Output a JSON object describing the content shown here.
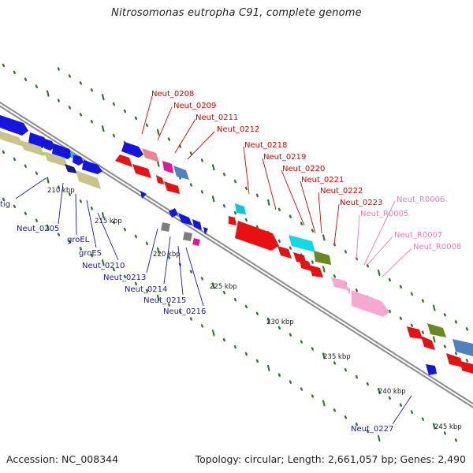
{
  "title": "Nitrosomonas eutropha C91, complete genome",
  "footer": {
    "accession": "Accession: NC_008344",
    "summary": "Topology: circular; Length: 2,661,057 bp; Genes: 2,490"
  },
  "colors": {
    "backbone": "#8c8c8c",
    "ticks": "#2e7d2e",
    "label_red": "#e00000",
    "label_blue": "#1a1aa8",
    "label_pink": "#f07ab4",
    "cds_forward": "#1515e0",
    "cds_reverse": "#e81010",
    "rna": "#f7a8cf"
  },
  "scale": [
    {
      "label": "210 kbp"
    },
    {
      "label": "215 kbp"
    },
    {
      "label": "220 kbp"
    },
    {
      "label": "225 kbp"
    },
    {
      "label": "230 kbp"
    },
    {
      "label": "235 kbp"
    },
    {
      "label": "240 kbp"
    },
    {
      "label": "245 kbp"
    }
  ],
  "labels_upper_red": [
    {
      "text": "Neut_0208"
    },
    {
      "text": "Neut_0209"
    },
    {
      "text": "Neut_0211"
    },
    {
      "text": "Neut_0212"
    },
    {
      "text": "Neut_0218"
    },
    {
      "text": "Neut_0219"
    },
    {
      "text": "Neut_0220"
    },
    {
      "text": "Neut_0221"
    },
    {
      "text": "Neut_0222"
    },
    {
      "text": "Neut_0223"
    }
  ],
  "labels_upper_pink": [
    {
      "text": "Neut_R0006"
    },
    {
      "text": "Neut_R0005"
    },
    {
      "text": "Neut_R0007"
    },
    {
      "text": "Neut_R0008"
    }
  ],
  "labels_lower_blue": [
    {
      "text": "tig"
    },
    {
      "text": "Neut_0205"
    },
    {
      "text": "groEL"
    },
    {
      "text": "groES"
    },
    {
      "text": "Neut_0210"
    },
    {
      "text": "Neut_0213"
    },
    {
      "text": "Neut_0214"
    },
    {
      "text": "Neut_0215"
    },
    {
      "text": "Neut_0216"
    },
    {
      "text": "Neut_0227"
    }
  ]
}
